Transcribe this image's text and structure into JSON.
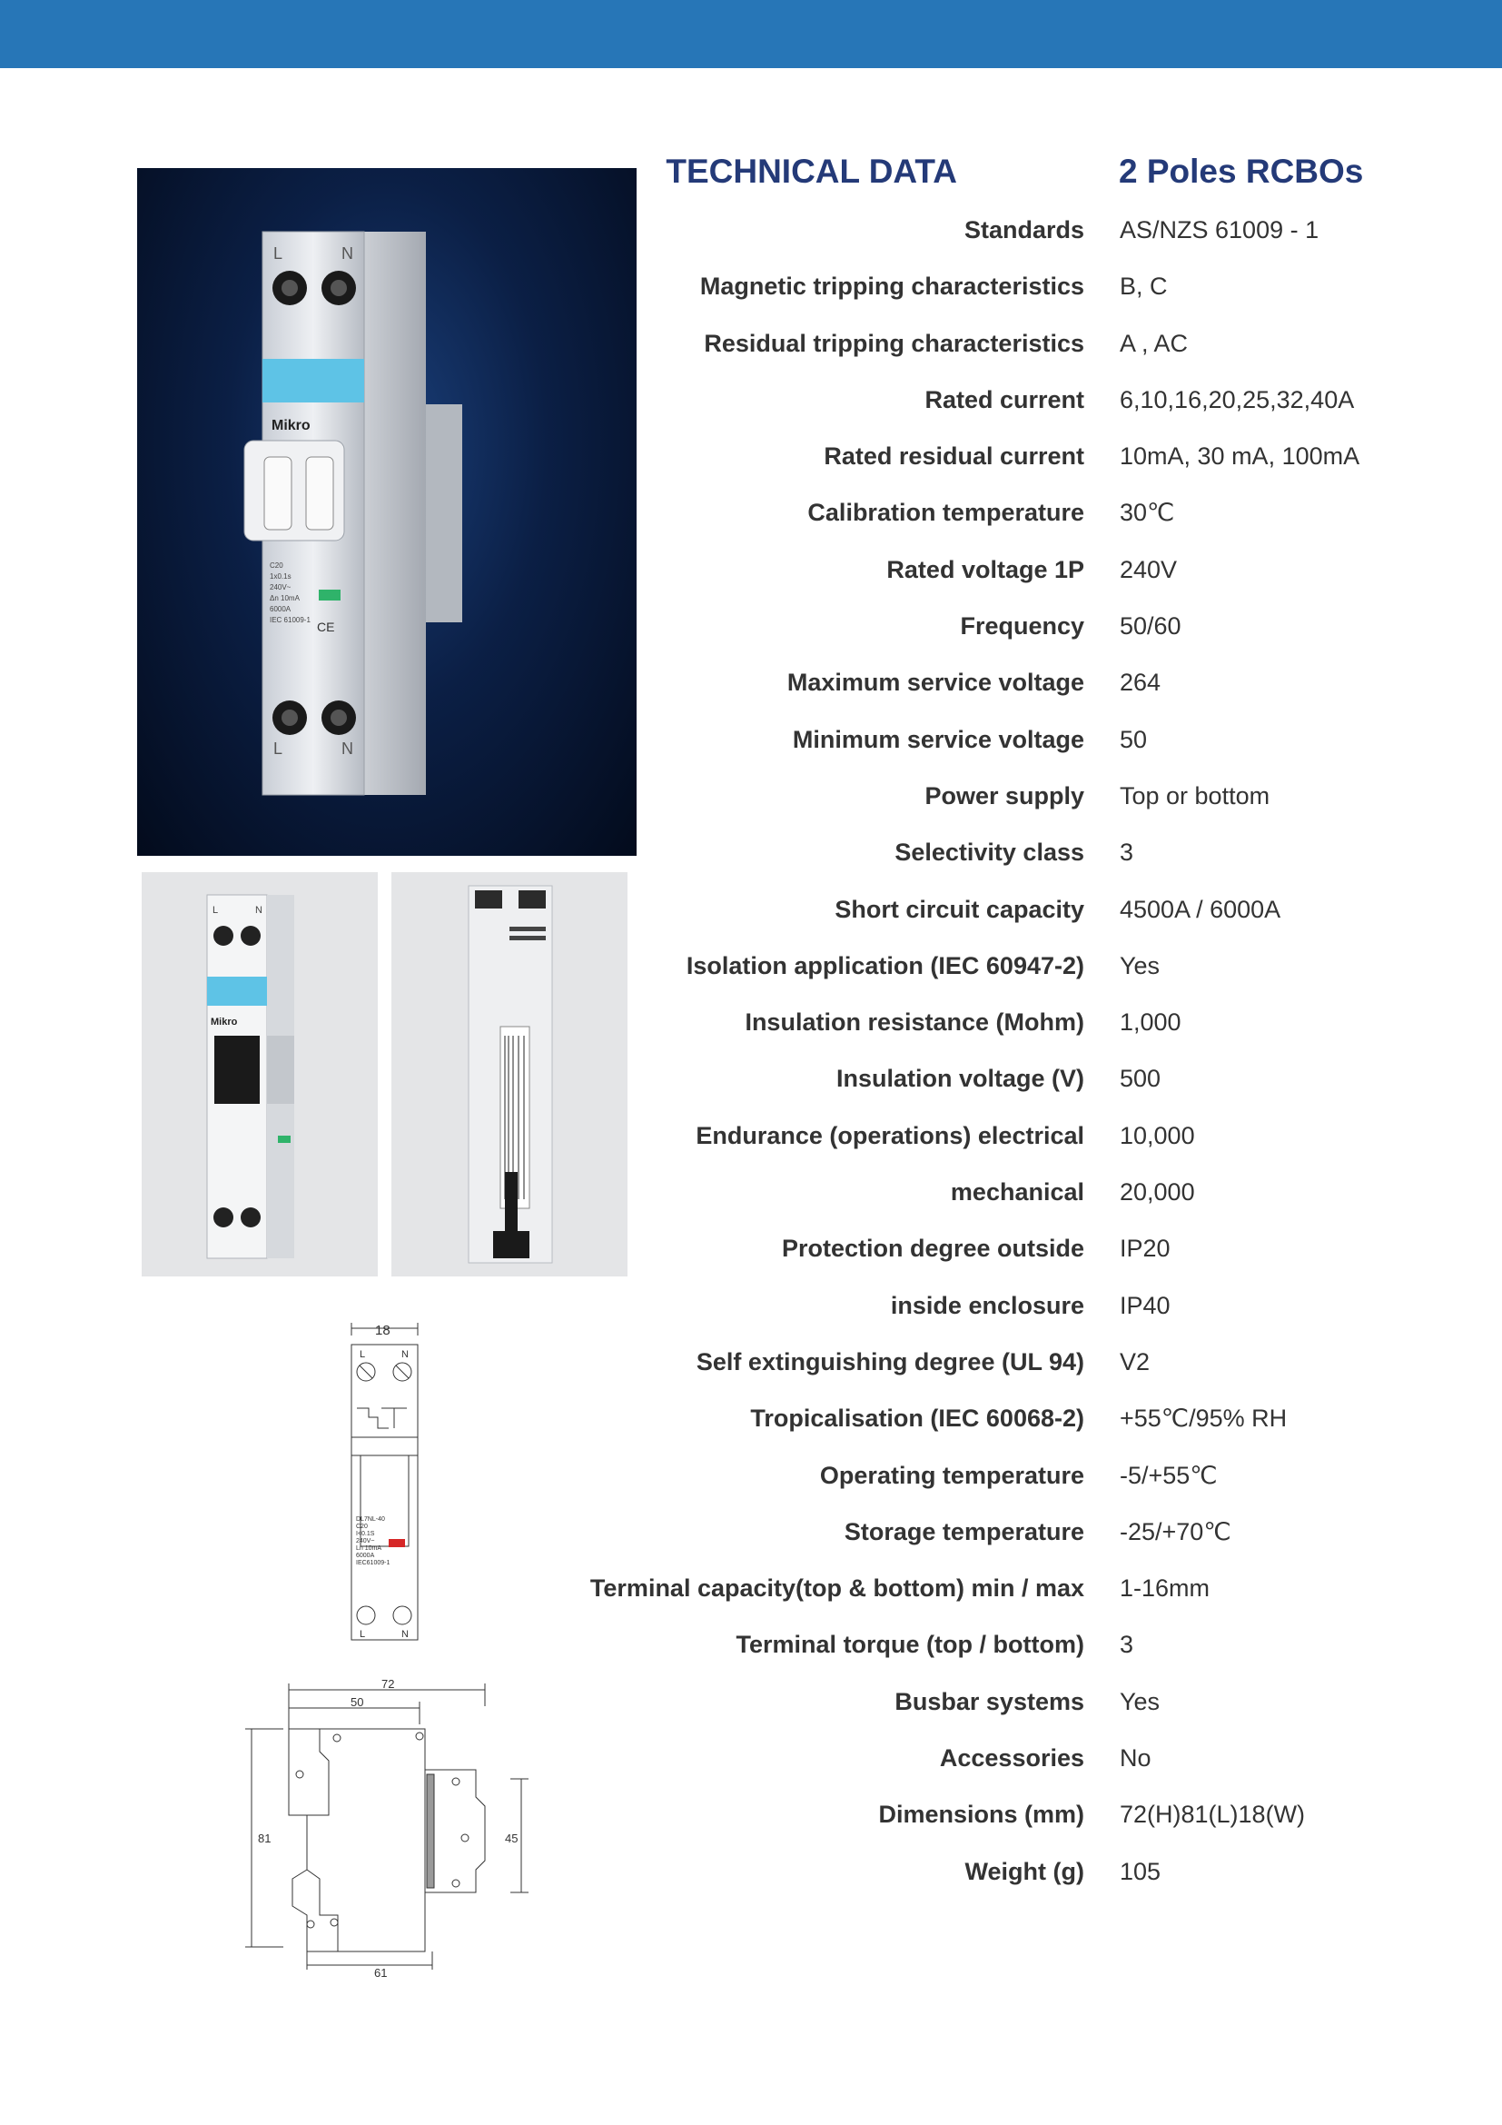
{
  "title": {
    "left": "TECHNICAL DATA",
    "right": "2 Poles RCBOs"
  },
  "specs": [
    {
      "label": "Standards",
      "value": "AS/NZS 61009 - 1"
    },
    {
      "label": "Magnetic tripping characteristics",
      "value": "B, C"
    },
    {
      "label": "Residual tripping characteristics",
      "value": "A , AC"
    },
    {
      "label": "Rated current",
      "value": "6,10,16,20,25,32,40A"
    },
    {
      "label": "Rated residual current",
      "value": "10mA, 30 mA, 100mA"
    },
    {
      "label": "Calibration temperature",
      "value": "30℃"
    },
    {
      "label": "Rated voltage 1P",
      "value": "240V"
    },
    {
      "label": "Frequency",
      "value": "50/60"
    },
    {
      "label": "Maximum service voltage",
      "value": "264"
    },
    {
      "label": "Minimum service voltage",
      "value": "50"
    },
    {
      "label": "Power supply",
      "value": "Top or bottom"
    },
    {
      "label": "Selectivity class",
      "value": "3"
    },
    {
      "label": "Short circuit capacity",
      "value": "4500A / 6000A"
    },
    {
      "label": "Isolation application (IEC 60947-2)",
      "value": "Yes"
    },
    {
      "label": "Insulation resistance (Mohm)",
      "value": "1,000"
    },
    {
      "label": "Insulation voltage (V)",
      "value": "500"
    },
    {
      "label": "Endurance (operations) electrical",
      "value": "10,000"
    },
    {
      "label": "mechanical",
      "value": "20,000"
    },
    {
      "label": "Protection degree outside",
      "value": "IP20"
    },
    {
      "label": "inside enclosure",
      "value": "IP40"
    },
    {
      "label": "Self extinguishing degree (UL 94)",
      "value": "V2"
    },
    {
      "label": "Tropicalisation (IEC 60068-2)",
      "value": "+55℃/95% RH"
    },
    {
      "label": "Operating temperature",
      "value": "-5/+55℃"
    },
    {
      "label": "Storage temperature",
      "value": "-25/+70℃"
    },
    {
      "label": "Terminal capacity(top & bottom) min / max",
      "value": "1-16mm"
    },
    {
      "label": "Terminal torque (top / bottom)",
      "value": "3"
    },
    {
      "label": "Busbar systems",
      "value": "Yes"
    },
    {
      "label": "Accessories",
      "value": "No"
    },
    {
      "label": "Dimensions (mm)",
      "value": "72(H)81(L)18(W)"
    },
    {
      "label": "Weight (g)",
      "value": "105"
    }
  ],
  "product": {
    "brand": "Mikro",
    "terminal_l": "L",
    "terminal_n": "N",
    "ce_mark": "CE",
    "label_lines": [
      "C20",
      "1x0.1s",
      "240V~",
      "Δn 10mA",
      "6000A",
      "IEC 61009-1"
    ]
  },
  "front_drawing": {
    "width_dim": "18",
    "terminal_l": "L",
    "terminal_n": "N",
    "label_lines": [
      "DL7NL-40",
      "C20",
      "I<0.1S",
      "240V~",
      "Ln 10mA",
      "6000A",
      "IEC61009-1"
    ]
  },
  "side_drawing": {
    "dims": [
      "72",
      "50",
      "81",
      "45",
      "61"
    ]
  },
  "colors": {
    "topbar": "#2776b7",
    "title": "#243a78",
    "photo_bg": "#0b1f45",
    "device_blue": "#5ec3e6"
  }
}
